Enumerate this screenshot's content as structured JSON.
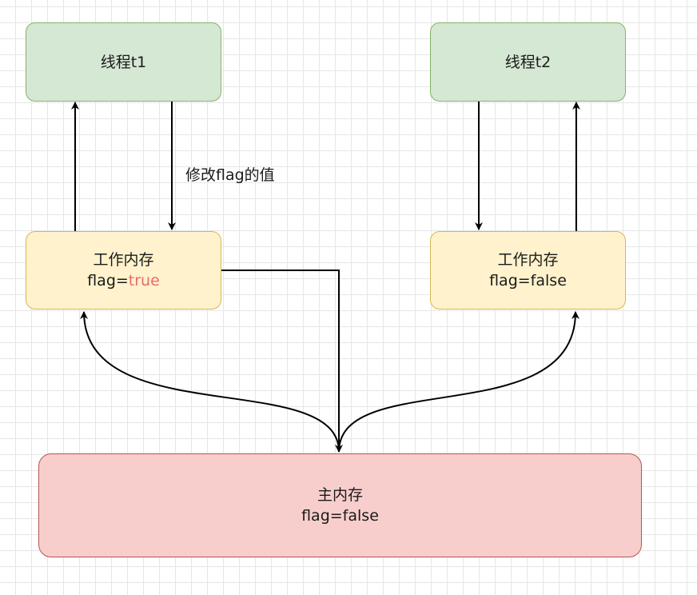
{
  "nodes": {
    "thread_t1": {
      "label": "线程t1"
    },
    "thread_t2": {
      "label": "线程t2"
    },
    "work_mem_t1": {
      "title": "工作内存",
      "flag_prefix": "flag=",
      "flag_value": "true"
    },
    "work_mem_t2": {
      "title": "工作内存",
      "flag_text": "flag=false"
    },
    "main_mem": {
      "title": "主内存",
      "flag_text": "flag=false"
    }
  },
  "edge_labels": {
    "modify_flag": "修改flag的值"
  },
  "colors": {
    "thread_fill": "#d5e8d4",
    "thread_stroke": "#82b366",
    "work_fill": "#fff2cc",
    "work_stroke": "#d6b656",
    "main_fill": "#f8cecc",
    "main_stroke": "#b85450",
    "highlight_text": "#ea6b66",
    "edge": "#000000"
  }
}
